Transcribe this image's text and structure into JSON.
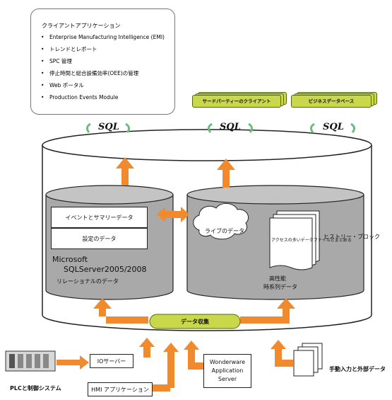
{
  "client_apps": {
    "title": "クライアントアプリケーション",
    "items": [
      "Enterprise Manufacturing Intelligence (EMI)",
      "トレンドとレポート",
      "SPC 管理",
      "停止時間と総合設備効率(OEE)の管理",
      "Web ポータル",
      "Production Events Module"
    ]
  },
  "third_party": {
    "label": "サードパーティーのクライアント"
  },
  "business_db": {
    "label": "ビジネスデータベース"
  },
  "sql_labels": [
    "SQL",
    "SQL",
    "SQL"
  ],
  "sql_db": {
    "event_box": "イベントとサマリーデータ",
    "config_box": "設定のデータ",
    "product_line1": "Microsoft",
    "product_line2": "SQLServer2005/2008",
    "relational": "リレーショナルのデータ"
  },
  "historian": {
    "live_data": "ライブのデータ",
    "doc_label": "アクセスの多いデータファイルとまとめる",
    "history_block": "ヒストリー・ブロック",
    "high_perf": "高性能",
    "timeseries": "時系列データ"
  },
  "data_collection": {
    "label": "データ収集"
  },
  "io_server": {
    "label": "IOサーバー"
  },
  "plc": {
    "label": "PLCと制御システム"
  },
  "hmi": {
    "label": "HMI アプリケーション"
  },
  "wonderware": {
    "line1": "Wonderware",
    "line2": "Application",
    "line3": "Server"
  },
  "manual": {
    "label": "手動入力と外部データ"
  },
  "colors": {
    "arrow": "#f08a2c",
    "green": "#c9d84a",
    "gray_db": "#a9a9a9",
    "outline": "#222222"
  }
}
